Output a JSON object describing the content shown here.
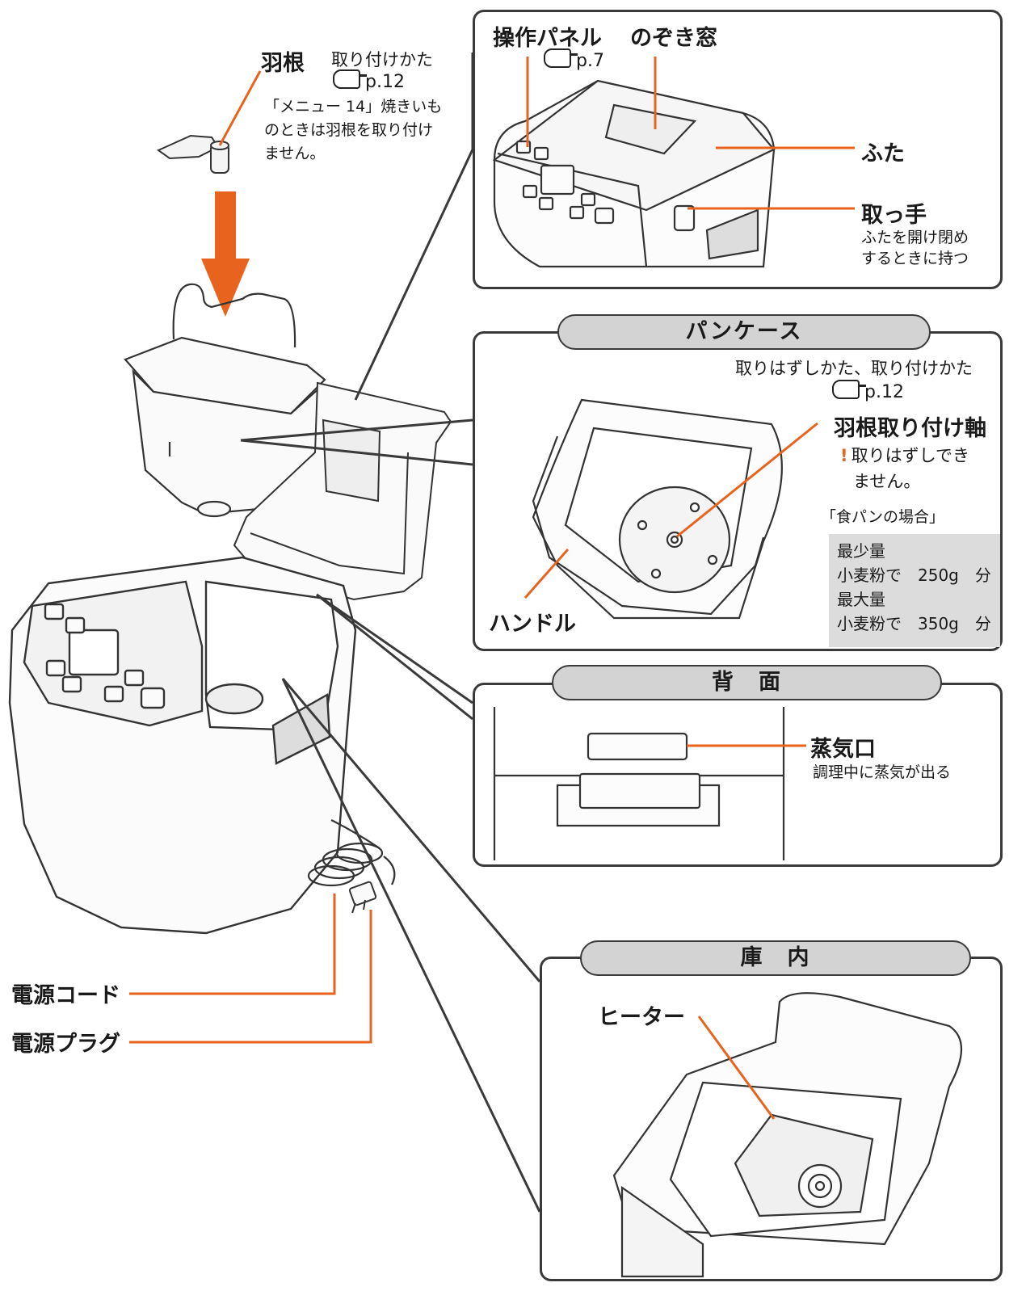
{
  "colors": {
    "accent": "#e8641e",
    "outline": "#3a3a3a",
    "header_fill": "#d3d3d3",
    "spec_fill": "#dcdcdc"
  },
  "paddle": {
    "title": "羽根",
    "install_label": "取り付けかた",
    "ref": "p.12",
    "note_lines": [
      "「メニュー 14」焼きいも",
      "のときは羽根を取り付け",
      "ません。"
    ]
  },
  "top_panel": {
    "control_panel_label": "操作パネル",
    "control_panel_ref": "p.7",
    "window_label": "のぞき窓",
    "lid_label": "ふた",
    "handle_label": "取っ手",
    "handle_note_lines": [
      "ふたを開け閉め",
      "するときに持つ"
    ]
  },
  "pan_case": {
    "header": "パンケース",
    "remove_install_label": "取りはずしかた、取り付けかた",
    "ref": "p.12",
    "shaft_label": "羽根取り付け軸",
    "shaft_warning_mark": "!",
    "shaft_warning_lines": [
      "取りはずしでき",
      "ません。"
    ],
    "bread_case_label": "「食パンの場合」",
    "min_label": "最少量",
    "min_value": "小麦粉で　250g　分",
    "max_label": "最大量",
    "max_value": "小麦粉で　350g　分",
    "handle_label": "ハンドル"
  },
  "back": {
    "header": "背　面",
    "steam_label": "蒸気口",
    "steam_note": "調理中に蒸気が出る"
  },
  "interior": {
    "header": "庫　内",
    "heater_label": "ヒーター"
  },
  "cord_label": "電源コード",
  "plug_label": "電源プラグ"
}
